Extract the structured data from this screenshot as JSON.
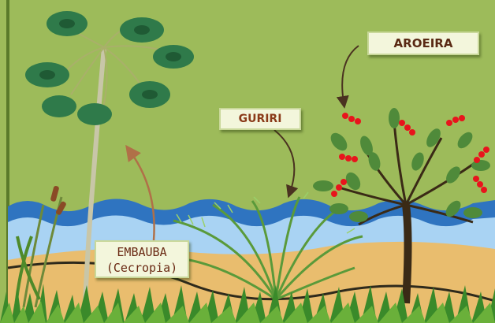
{
  "labels": {
    "aroeira": "AROEIRA",
    "guriri": "GURIRI",
    "embauba_name": "EMBAUBA",
    "embauba_sci": "(Cecropia)"
  },
  "colors": {
    "sky": "#9dbb5a",
    "water_dark": "#2f74c0",
    "water_light": "#a9d3f3",
    "sand": "#e9bd6e",
    "leaf": "#2f7a4a",
    "berry": "#e8141c",
    "arrow": "#4a3220"
  }
}
